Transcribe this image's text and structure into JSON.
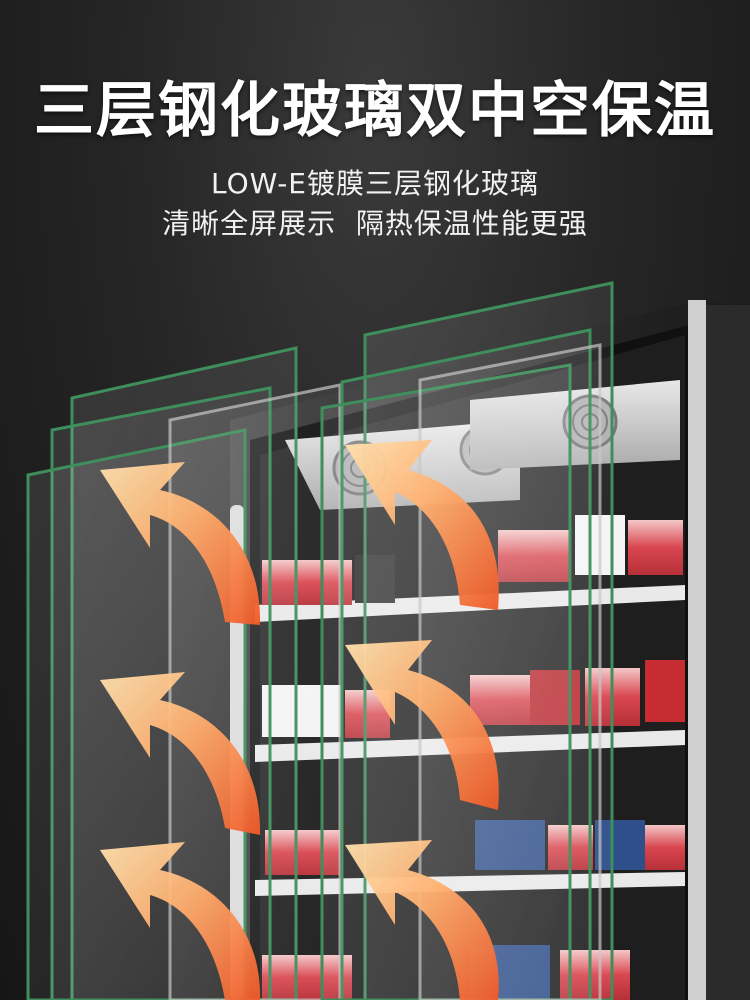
{
  "headline": "三层钢化玻璃双中空保温",
  "subtitle_line1": "LOW-E镀膜三层钢化玻璃",
  "subtitle_line2": "清晰全屏展示  隔热保温性能更强",
  "colors": {
    "arrow_light": "#ffd9a0",
    "arrow_dark": "#f0622c",
    "glass_edge": "#3e8f5c",
    "meat": "#d9464f"
  },
  "icons": [
    "heat-arrow-icon",
    "fan-icon"
  ]
}
